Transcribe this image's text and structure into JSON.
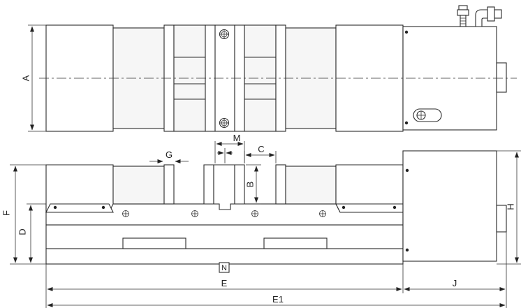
{
  "labels": {
    "A": "A",
    "B": "B",
    "C": "C",
    "D": "D",
    "E": "E",
    "E1": "E1",
    "F": "F",
    "G": "G",
    "H": "H",
    "J": "J",
    "M": "M",
    "N": "N"
  }
}
